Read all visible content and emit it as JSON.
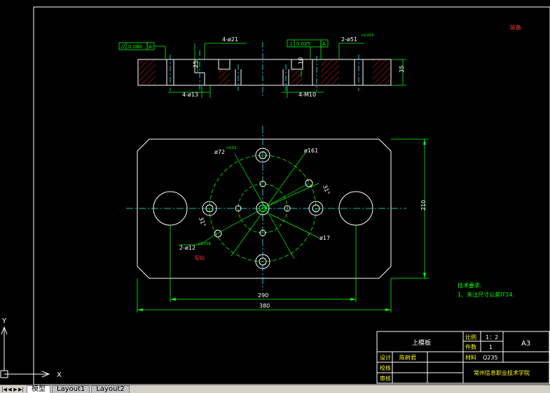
{
  "drawing": {
    "stamp_top_right": "装备",
    "top_view": {
      "flatness_value": "0.080",
      "flatness_datum": "A",
      "perp_value": "0.025",
      "perp_datum": "A",
      "holes_21": "4-ø21",
      "holes_51": "2-ø51",
      "holes_51_tol": "+0.025",
      "holes_13": "4-ø13",
      "thread_m10": "4-M10",
      "height_25": "25",
      "height_10": "10",
      "height_35": "35"
    },
    "plan_view": {
      "dim_72": "ø72",
      "dim_72_tol": "+0.03",
      "dim_161": "ø161",
      "angle_right": "31°",
      "angle_left": "31°",
      "holes_12": "2-ø12",
      "holes_12_tol": "+0.018",
      "red_note": "配钻",
      "dim_17": "ø17",
      "width_290": "290",
      "width_380": "380",
      "height_210": "210"
    },
    "tech_notes": {
      "title": "技术要求:",
      "line1": "1、未注尺寸公差IT14."
    },
    "title_block": {
      "part_name": "上模板",
      "scale_label": "比例",
      "scale_value": "1：2",
      "qty_label": "件数",
      "qty_value": "1",
      "material_label": "材料",
      "material_value": "Q235",
      "sheet_size": "A3",
      "designer_label": "设计",
      "designer_name": "陈树君",
      "check_label": "校核",
      "review_label": "审核",
      "school": "常州信息职业技术学院"
    },
    "ucs": {
      "y": "Y",
      "x": "X"
    }
  },
  "tabs": [
    "模型",
    "Layout1",
    "Layout2"
  ],
  "colors": {
    "background": "#000000",
    "outline": "#ffffff",
    "dimension": "#00ff00",
    "hatch": "#ff0000",
    "centerline": "#00ffff",
    "text_yellow": "#ffff00"
  }
}
